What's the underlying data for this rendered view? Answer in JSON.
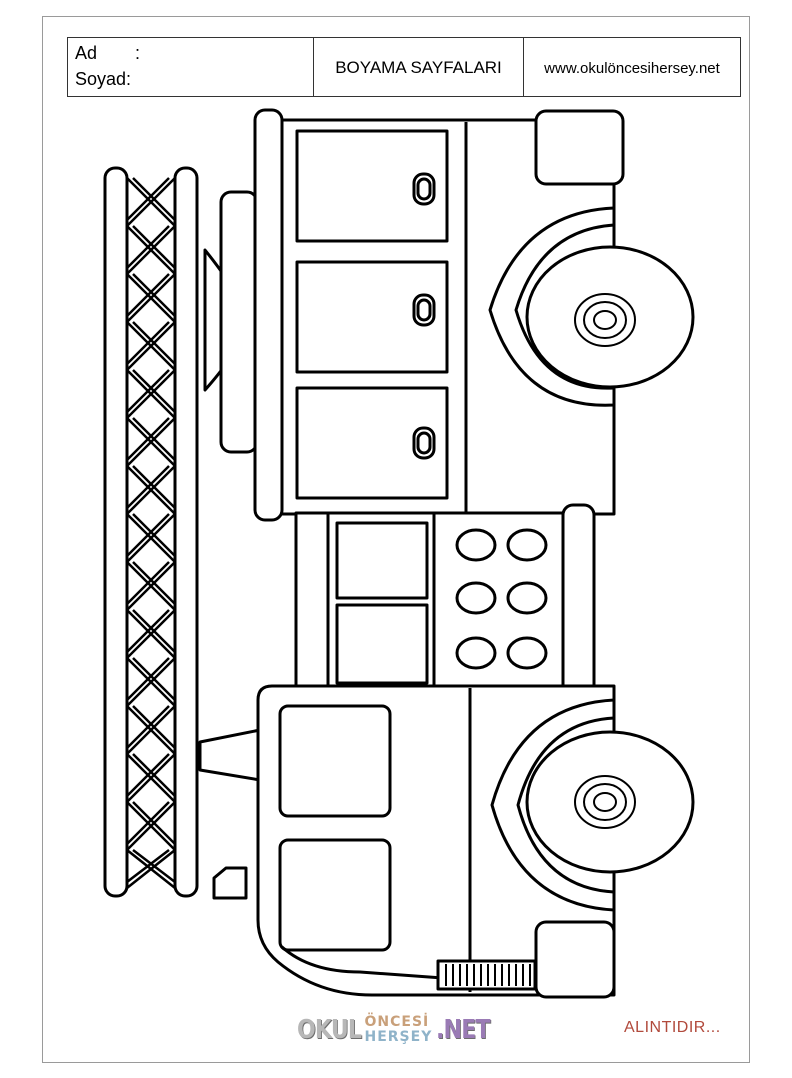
{
  "header": {
    "name_label": "Ad",
    "name_colon": ":",
    "surname_label": "Soyad:",
    "title": "BOYAMA SAYFALARI",
    "website": "www.okulöncesihersey.net"
  },
  "illustration": {
    "subject": "fire-truck-with-ladder"
  },
  "footer": {
    "logo_okul": "OKUL",
    "logo_oncesi": "ÖNCESİ",
    "logo_hersey": "HERŞEY",
    "logo_net": ".NET",
    "credit": "ALINTIDIR..."
  }
}
